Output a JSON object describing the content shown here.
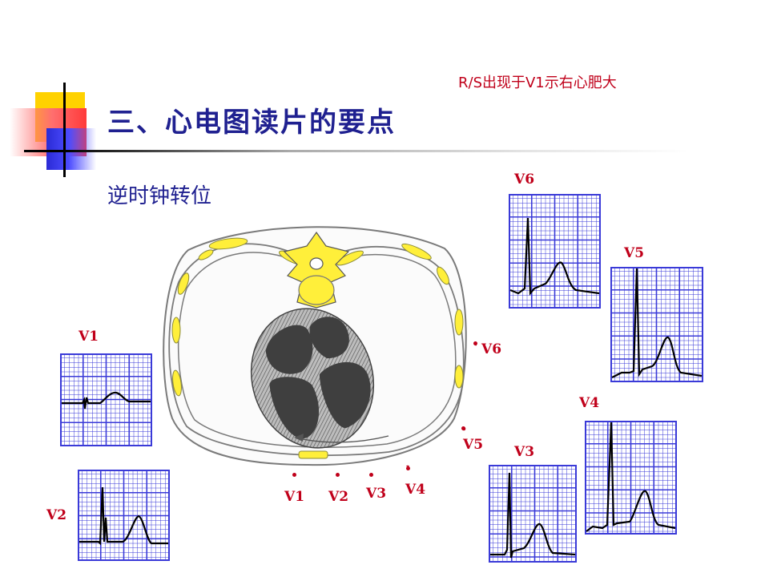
{
  "title": "三、心电图读片的要点",
  "note": "R/S出现于V1示右心肥大",
  "subtitle": "逆时钟转位",
  "leads": {
    "V1": "V1",
    "V2": "V2",
    "V3": "V3",
    "V4": "V4",
    "V5": "V5",
    "V6": "V6"
  },
  "colors": {
    "title": "#1f2090",
    "note": "#c0001a",
    "lead_label": "#c0001a",
    "grid": "#3a3ad8",
    "bone": "#ffef3a"
  }
}
